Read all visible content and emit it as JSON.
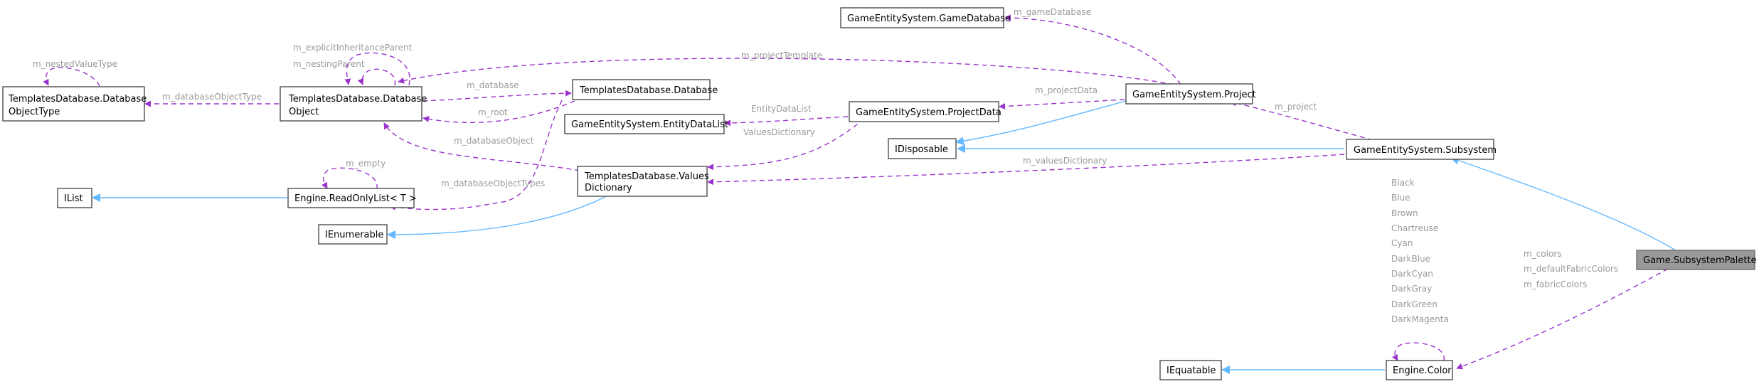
{
  "colors": {
    "inherit": "#63b8ff",
    "usage": "#9a32cd",
    "label": "#9a9a9a",
    "focus": "#999999"
  },
  "nodes": {
    "database_object_type": {
      "line1": "TemplatesDatabase.Database",
      "line2": "ObjectType"
    },
    "database_object": {
      "line1": "TemplatesDatabase.Database",
      "line2": "Object"
    },
    "templates_database": {
      "line1": "TemplatesDatabase.Database"
    },
    "values_dictionary": {
      "line1": "TemplatesDatabase.Values",
      "line2": "Dictionary"
    },
    "ilist": {
      "line1": "IList"
    },
    "read_only_list": {
      "line1": "Engine.ReadOnlyList< T >"
    },
    "ienumerable": {
      "line1": "IEnumerable"
    },
    "game_database": {
      "line1": "GameEntitySystem.GameDatabase"
    },
    "entity_data_list": {
      "line1": "GameEntitySystem.EntityDataList"
    },
    "project_data": {
      "line1": "GameEntitySystem.ProjectData"
    },
    "idisposable": {
      "line1": "IDisposable"
    },
    "project": {
      "line1": "GameEntitySystem.Project"
    },
    "subsystem": {
      "line1": "GameEntitySystem.Subsystem"
    },
    "subsystem_palette": {
      "line1": "Game.SubsystemPalette"
    },
    "iequatable": {
      "line1": "IEquatable"
    },
    "engine_color": {
      "line1": "Engine.Color"
    }
  },
  "edge_labels": {
    "nested_value_type": "m_nestedValueType",
    "database_object_type": "m_databaseObjectType",
    "explicit_inheritance_parent": "m_explicitInheritanceParent",
    "nesting_parent": "m_nestingParent",
    "database": "m_database",
    "root": "m_root",
    "database_object": "m_databaseObject",
    "project_template": "m_projectTemplate",
    "empty": "m_empty",
    "database_object_types": "m_databaseObjectTypes",
    "game_database": "m_gameDatabase",
    "entity_data_list": "EntityDataList",
    "values_dictionary_prop": "ValuesDictionary",
    "project_data": "m_projectData",
    "project": "m_project",
    "values_dictionary_field": "m_valuesDictionary",
    "palette_fields": [
      "m_colors",
      "m_defaultFabricColors",
      "m_fabricColors"
    ]
  },
  "color_constants": [
    "Black",
    "Blue",
    "Brown",
    "Chartreuse",
    "Cyan",
    "DarkBlue",
    "DarkCyan",
    "DarkGray",
    "DarkGreen",
    "DarkMagenta"
  ]
}
